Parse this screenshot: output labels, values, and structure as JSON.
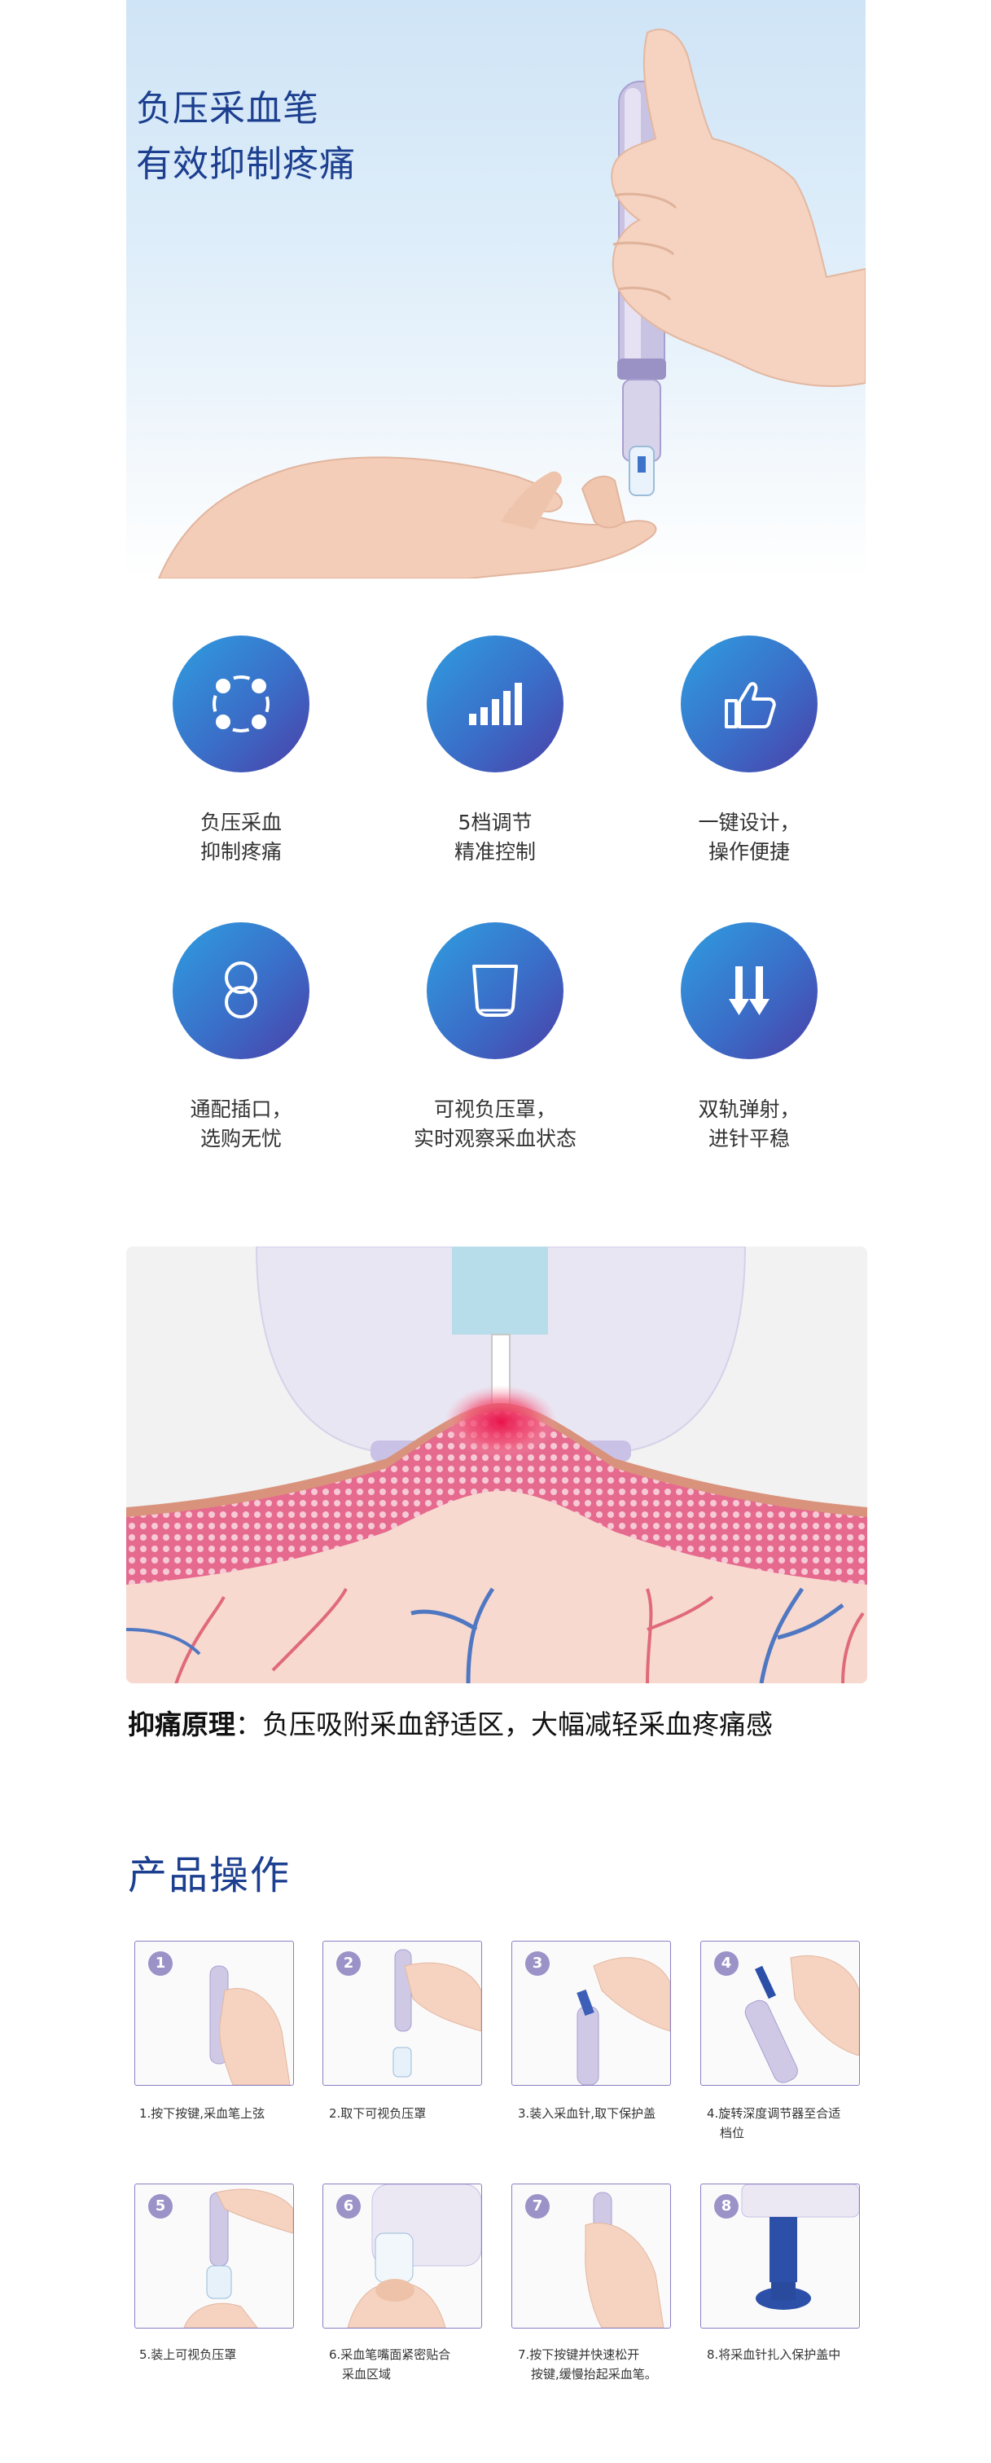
{
  "hero": {
    "title_line1": "负压采血笔",
    "title_line2": "有效抑制疼痛"
  },
  "features": [
    {
      "icon": "circle-dots-icon",
      "line1": "负压采血",
      "line2": "抑制疼痛"
    },
    {
      "icon": "signal-bars-icon",
      "line1": "5档调节",
      "line2": "精准控制"
    },
    {
      "icon": "thumbs-up-icon",
      "line1": "一键设计，",
      "line2": "操作便捷"
    },
    {
      "icon": "interlocking-rings-icon",
      "line1": "通配插口，",
      "line2": "选购无忧"
    },
    {
      "icon": "cup-icon",
      "line1": "可视负压罩，",
      "line2": "实时观察采血状态"
    },
    {
      "icon": "double-arrow-down-icon",
      "line1": "双轨弹射，",
      "line2": "进针平稳"
    }
  ],
  "principle": {
    "label": "抑痛原理",
    "text": "：负压吸附采血舒适区，大幅减轻采血疼痛感"
  },
  "operations": {
    "title": "产品操作",
    "steps": [
      {
        "num": "1",
        "line1": "1.按下按键,采血笔上弦",
        "line2": ""
      },
      {
        "num": "2",
        "line1": "2.取下可视负压罩",
        "line2": ""
      },
      {
        "num": "3",
        "line1": "3.装入采血针,取下保护盖",
        "line2": ""
      },
      {
        "num": "4",
        "line1": "4.旋转深度调节器至合适",
        "line2": "档位"
      },
      {
        "num": "5",
        "line1": "5.装上可视负压罩",
        "line2": ""
      },
      {
        "num": "6",
        "line1": "6.采血笔嘴面紧密贴合",
        "line2": "采血区域"
      },
      {
        "num": "7",
        "line1": "7.按下按键并快速松开",
        "line2": "按键,缓慢抬起采血笔。"
      },
      {
        "num": "8",
        "line1": "8.将采血针扎入保护盖中",
        "line2": ""
      }
    ]
  },
  "colors": {
    "title_blue": "#1c3f8f",
    "circle_gradient_start": "#2f9ee0",
    "circle_gradient_end": "#4b3fa8",
    "step_border": "#8a7fc4",
    "step_badge": "#9b92c7"
  }
}
